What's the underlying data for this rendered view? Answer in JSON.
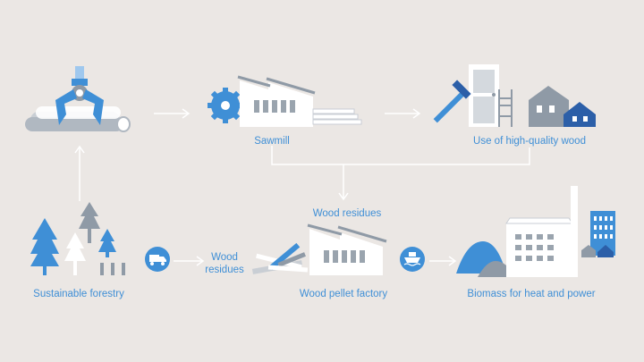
{
  "labels": {
    "sawmill": "Sawmill",
    "high_quality_wood": "Use of high-quality wood",
    "wood_residues_center": "Wood residues",
    "wood_residues_left_1": "Wood",
    "wood_residues_left_2": "residues",
    "sustainable_forestry": "Sustainable forestry",
    "wood_pellet_factory": "Wood pellet factory",
    "biomass": "Biomass for heat and power"
  },
  "colors": {
    "background": "#ebe7e4",
    "blue": "#3f8fd6",
    "light_blue": "#9fc8ee",
    "grey": "#8f9aa6",
    "light_grey": "#c9ced4",
    "white": "#ffffff",
    "navy": "#2c5fa8"
  },
  "icons": [
    "log-grabber-icon",
    "sawmill-icon",
    "saw-blade-icon",
    "door-icon",
    "hammer-icon",
    "chair-icon",
    "houses-icon",
    "trees-icon",
    "truck-icon",
    "wood-sticks-icon",
    "pellet-factory-icon",
    "ship-icon",
    "biomass-pile-icon",
    "power-plant-icon",
    "city-icon"
  ]
}
